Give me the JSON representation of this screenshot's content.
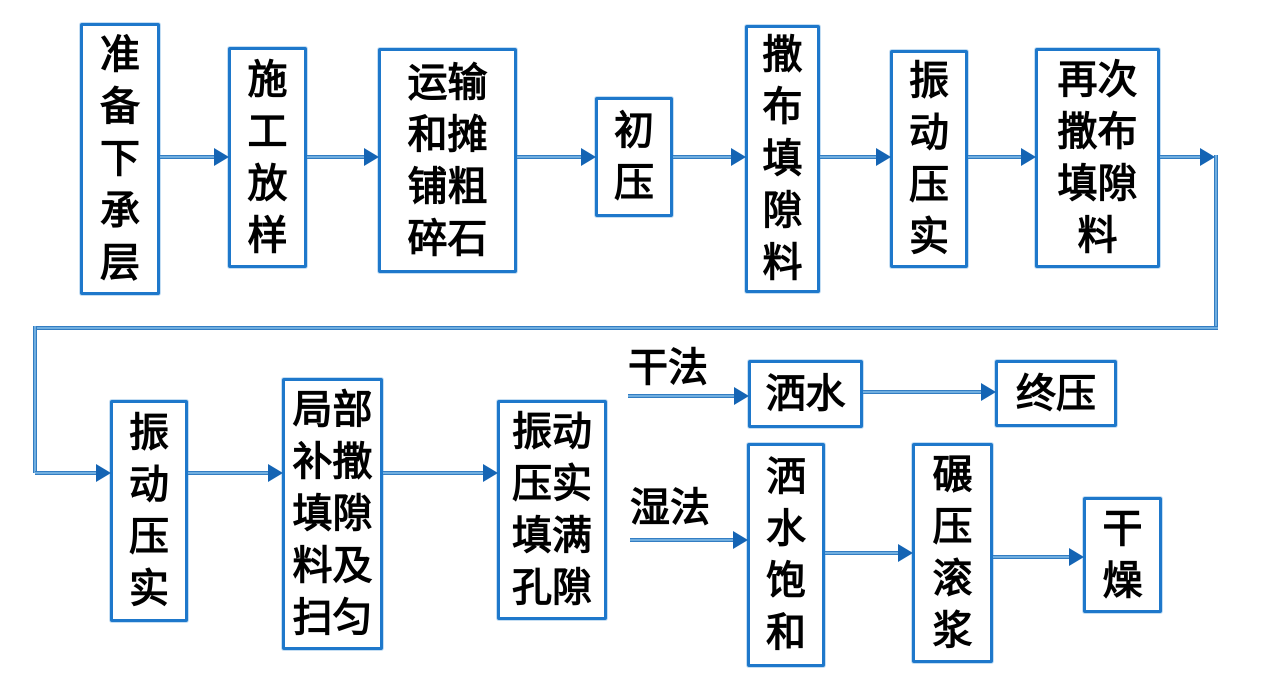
{
  "diagram": {
    "type": "flowchart",
    "colors": {
      "box_border": "#1e78cb",
      "arrow_dark": "#1565b4",
      "arrow_light": "#8ec6ee",
      "text": "#000000",
      "background": "#ffffff"
    },
    "nodes": [
      {
        "id": "prepare-underlayer",
        "label": "准备下承层"
      },
      {
        "id": "construction-layout",
        "label": "施工放样"
      },
      {
        "id": "transport-spread-stone",
        "label": "运输和摊铺粗碎石"
      },
      {
        "id": "initial-compaction",
        "label": "初压"
      },
      {
        "id": "spread-filler",
        "label": "撒布填隙料"
      },
      {
        "id": "vibration-compaction-1",
        "label": "振动压实"
      },
      {
        "id": "respread-filler",
        "label": "再次撒布填隙料"
      },
      {
        "id": "vibration-compaction-2",
        "label": "振动压实"
      },
      {
        "id": "local-refill-sweep",
        "label": "局部补撒填隙料及扫匀"
      },
      {
        "id": "vibrate-fill-voids",
        "label": "振动压实填满孔隙"
      },
      {
        "id": "sprinkle-water",
        "label": "洒水"
      },
      {
        "id": "final-compaction",
        "label": "终压"
      },
      {
        "id": "water-saturation",
        "label": "洒水饱和"
      },
      {
        "id": "rolling-slurry",
        "label": "碾压滚浆"
      },
      {
        "id": "drying",
        "label": "干燥"
      }
    ],
    "branch_labels": [
      {
        "id": "dry-method",
        "label": "干法"
      },
      {
        "id": "wet-method",
        "label": "湿法"
      }
    ]
  }
}
